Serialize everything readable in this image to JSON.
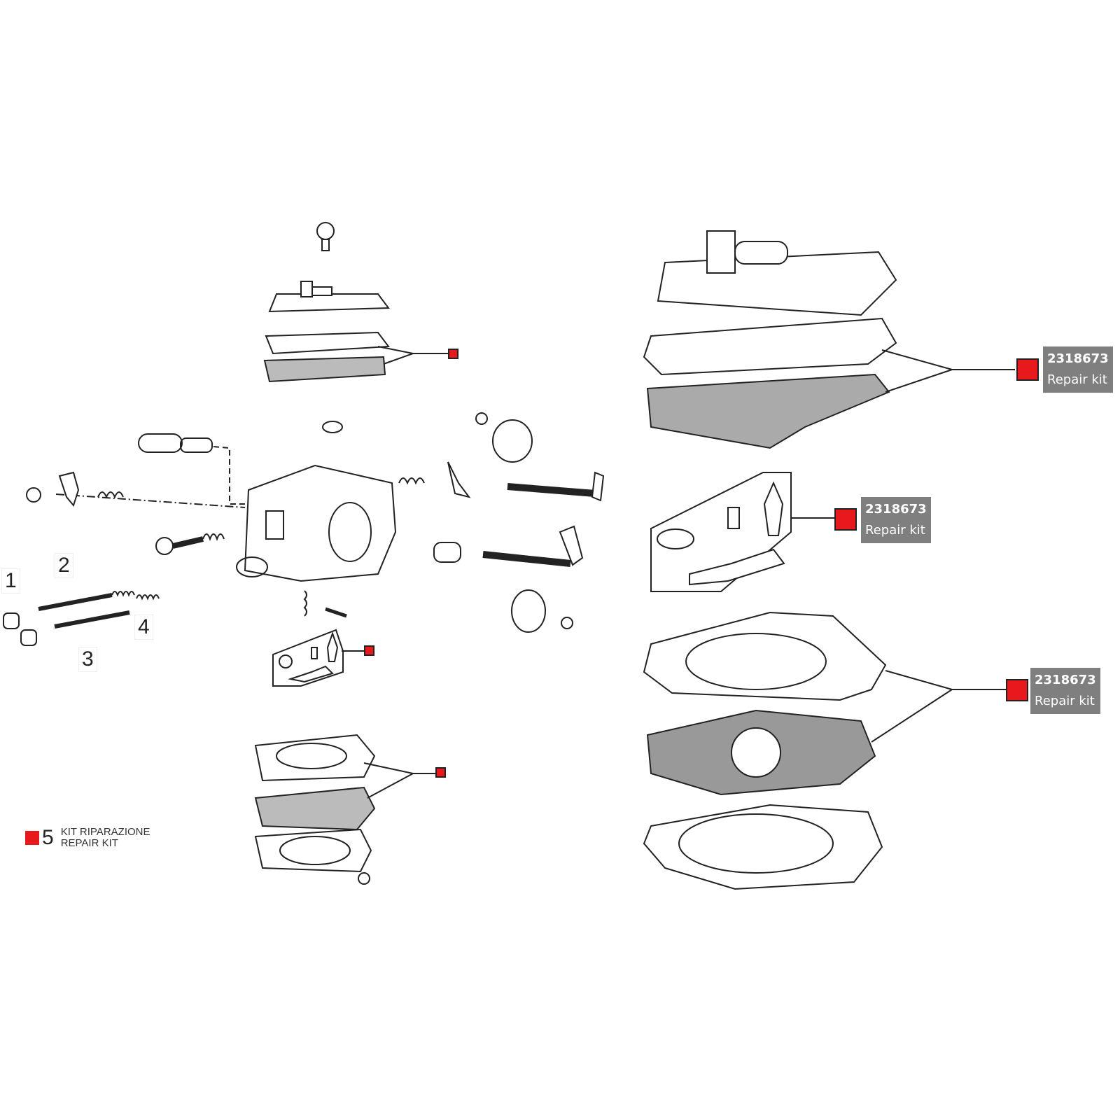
{
  "part_numbers": [
    "1",
    "2",
    "3",
    "4"
  ],
  "legend": {
    "number": "5",
    "line1": "KIT RIPARAZIONE",
    "line2": "REPAIR KIT"
  },
  "callouts": [
    {
      "code": "2318673",
      "label": "Repair kit"
    },
    {
      "code": "2318673",
      "label": "Repair kit"
    },
    {
      "code": "2318673",
      "label": "Repair kit"
    }
  ],
  "colors": {
    "kit_marker": "#e8191c",
    "callout_bg": "#7f7f7f",
    "line": "#222222"
  }
}
